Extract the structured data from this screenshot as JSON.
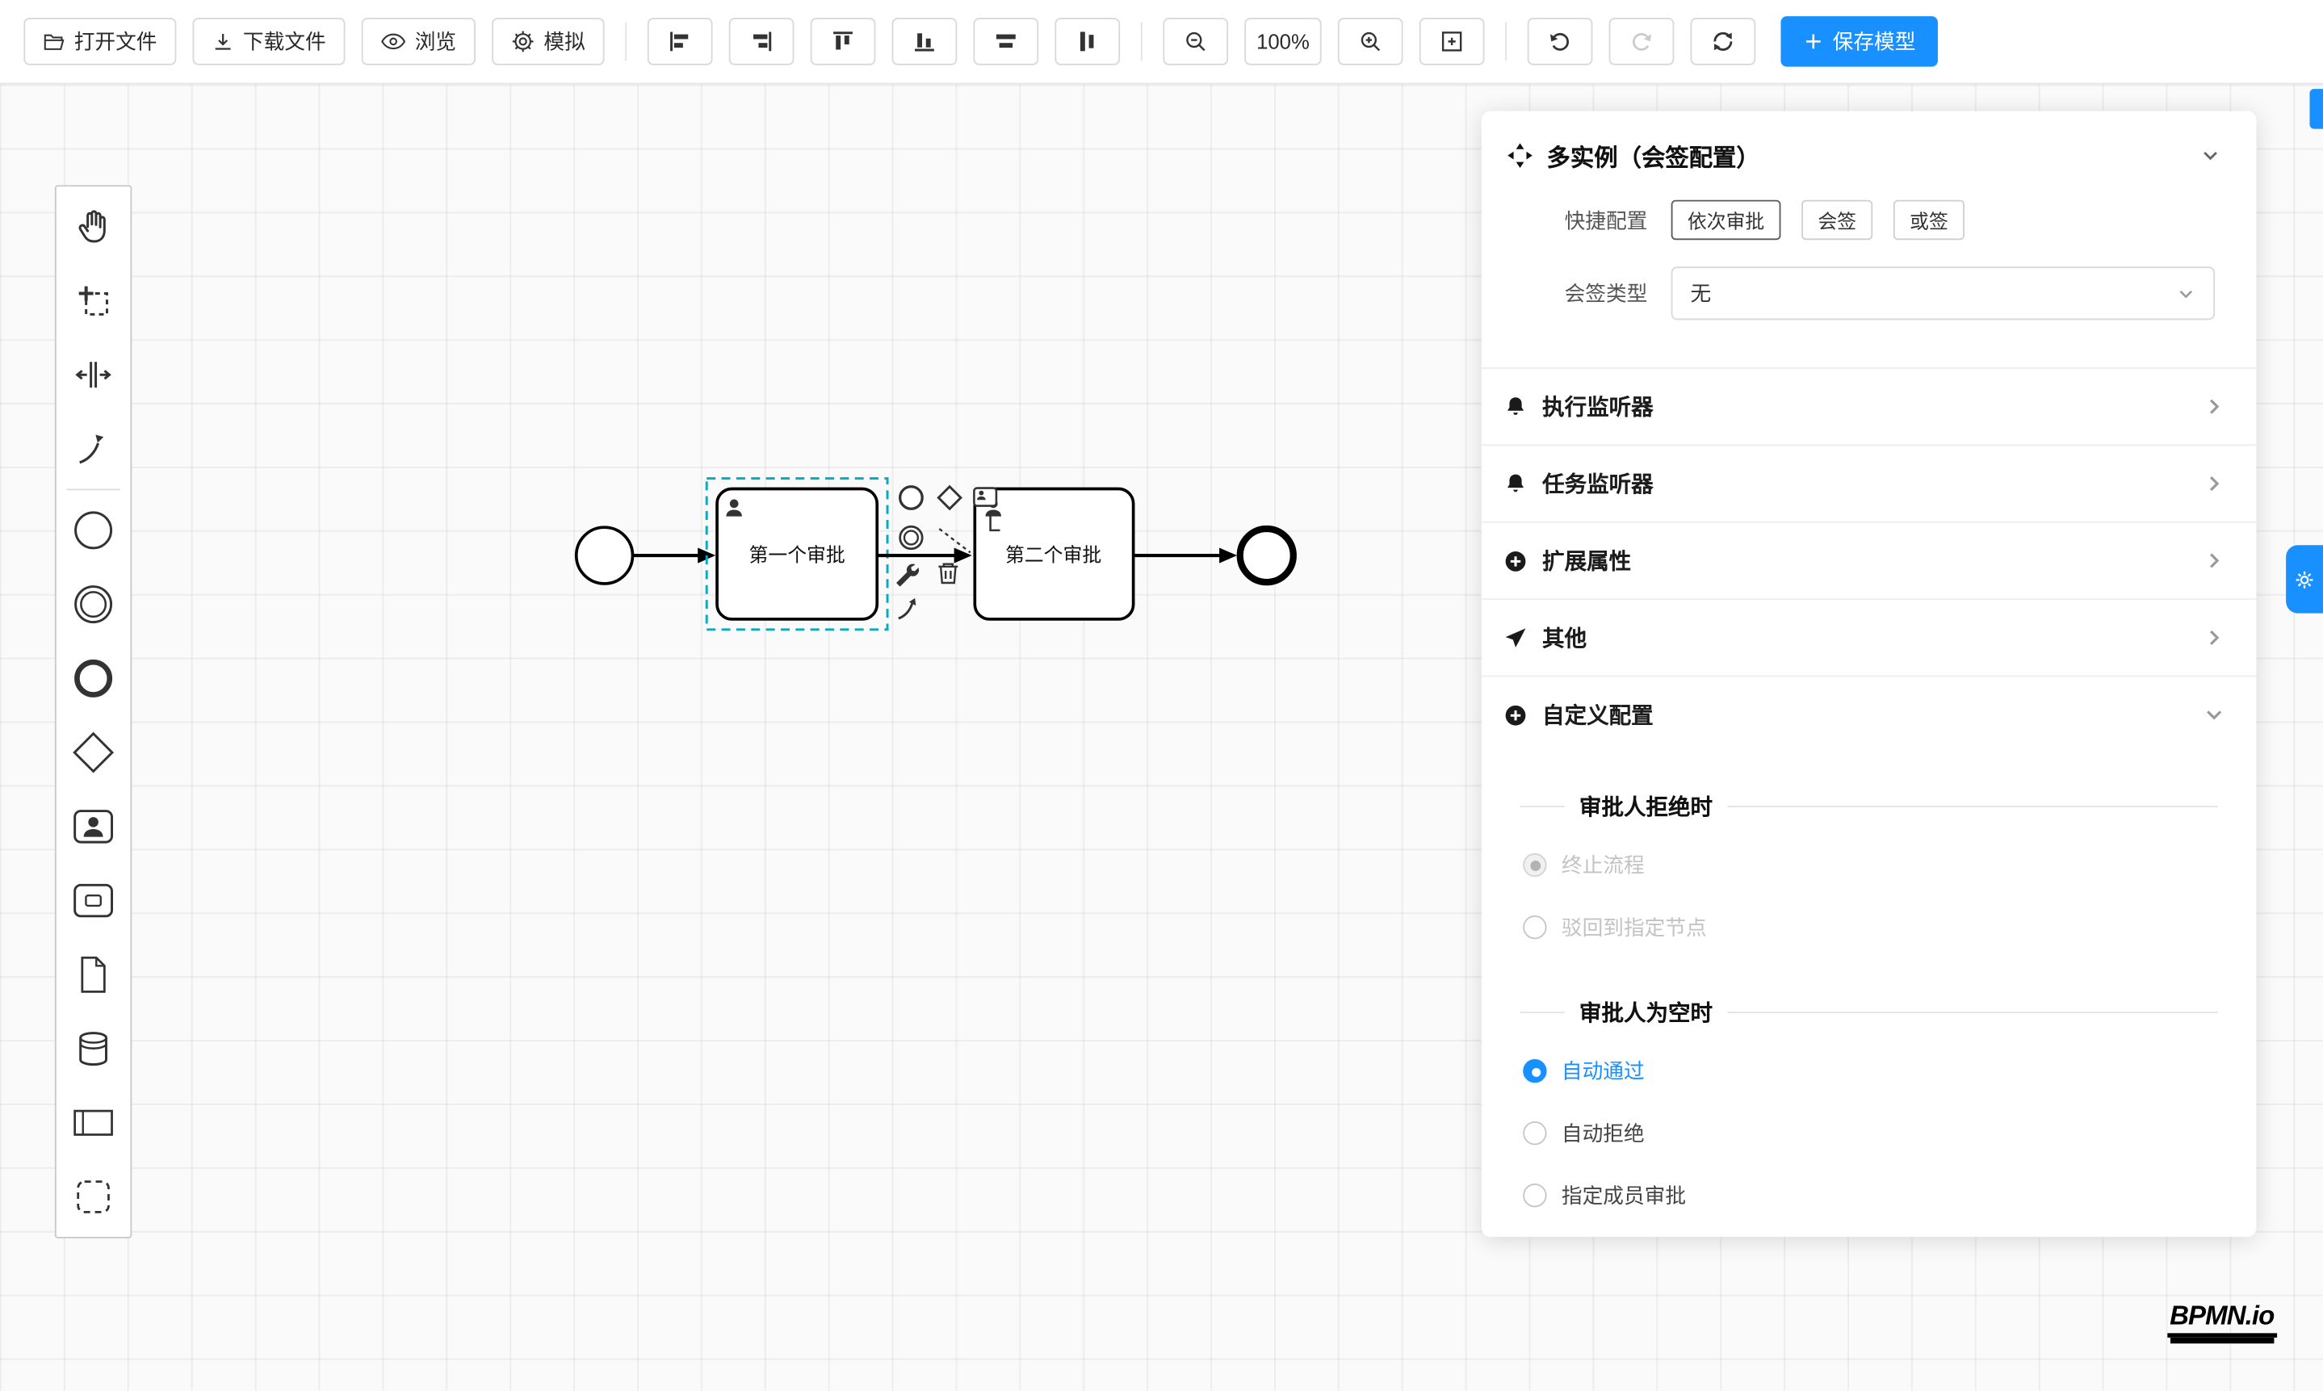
{
  "colors": {
    "accent": "#1890ff",
    "selection": "#0aa9c2",
    "toolbar_border": "#e4e4e4"
  },
  "toolbar": {
    "open_file": "打开文件",
    "download_file": "下载文件",
    "preview": "浏览",
    "simulate": "模拟",
    "zoom_level": "100%",
    "save_model": "保存模型"
  },
  "canvas": {
    "task1_label": "第一个审批",
    "task2_label": "第二个审批",
    "logo": "BPMN.io"
  },
  "panel": {
    "title": "多实例（会签配置）",
    "quick_label": "快捷配置",
    "quick_options": [
      {
        "label": "依次审批",
        "selected": true
      },
      {
        "label": "会签",
        "selected": false
      },
      {
        "label": "或签",
        "selected": false
      }
    ],
    "type_label": "会签类型",
    "type_value": "无",
    "sections": [
      {
        "label": "执行监听器",
        "icon": "bell"
      },
      {
        "label": "任务监听器",
        "icon": "bell"
      },
      {
        "label": "扩展属性",
        "icon": "plus-circle"
      },
      {
        "label": "其他",
        "icon": "send"
      },
      {
        "label": "自定义配置",
        "icon": "plus-circle",
        "expanded": true
      }
    ],
    "approver_reject": {
      "header": "审批人拒绝时",
      "options": [
        {
          "label": "终止流程",
          "selected": true,
          "disabled": true
        },
        {
          "label": "驳回到指定节点",
          "selected": false,
          "disabled": true
        }
      ]
    },
    "approver_empty": {
      "header": "审批人为空时",
      "options": [
        {
          "label": "自动通过",
          "selected": true,
          "disabled": false
        },
        {
          "label": "自动拒绝",
          "selected": false,
          "disabled": false
        },
        {
          "label": "指定成员审批",
          "selected": false,
          "disabled": false
        }
      ]
    }
  },
  "icons": {
    "folder-open-icon": "open file folder",
    "download-icon": "arrow down to tray",
    "eye-icon": "preview eye",
    "gear-icon": "simulate gear",
    "align-left-icon": "bars flush left",
    "align-right-icon": "bars flush right",
    "align-top-icon": "bars flush top",
    "align-bottom-icon": "bars flush bottom",
    "align-center-h-icon": "bars centered on vertical axis",
    "align-center-v-icon": "bars centered on horizontal axis",
    "zoom-out-icon": "magnifier minus",
    "zoom-in-icon": "magnifier plus",
    "fit-view-icon": "framed grid",
    "undo-icon": "arc arrow ccw",
    "redo-icon": "arc arrow cw",
    "refresh-icon": "two arc arrows",
    "plus-icon": "+",
    "hand-tool-icon": "open hand",
    "lasso-tool-icon": "crosshair with dashed box",
    "space-tool-icon": "two bars with outward arrows",
    "global-connect-icon": "curved arrow",
    "start-event-icon": "thin circle",
    "intermediate-event-icon": "double circle",
    "end-event-icon": "thick circle",
    "gateway-icon": "diamond",
    "user-task-icon": "rounded box with person",
    "subprocess-icon": "rounded box with inner box",
    "data-object-icon": "page with folded corner",
    "data-store-icon": "cylinder",
    "participant-icon": "pool rectangle with band",
    "group-icon": "dashed rounded box",
    "multi-instance-icon": "four triangles",
    "bell-icon": "bell",
    "plus-circle-icon": "circled plus",
    "send-icon": "paper plane",
    "chevron-right-icon": ">",
    "chevron-down-icon": "v",
    "wrench-icon": "wrench",
    "trash-icon": "trash can",
    "settings-gear-icon": "white gear"
  }
}
